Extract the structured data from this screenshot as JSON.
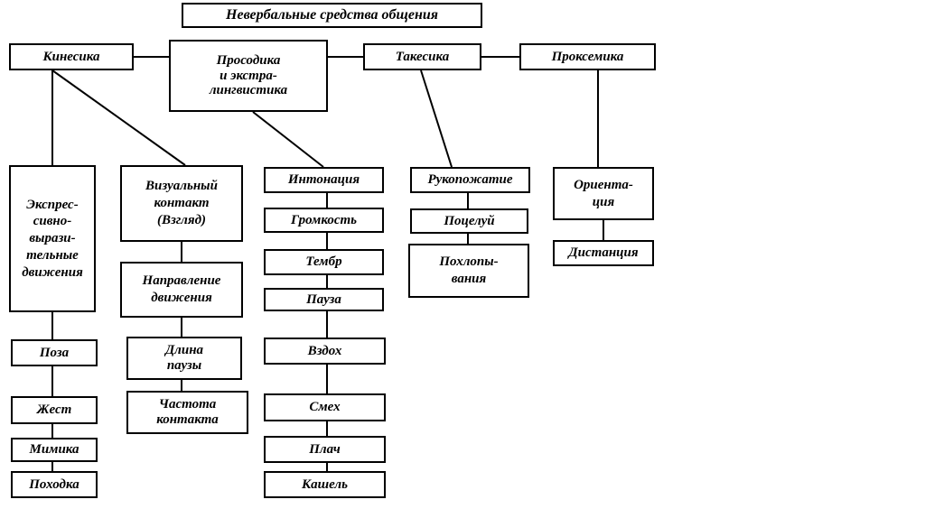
{
  "title": "Невербальные средства общения",
  "categories": {
    "kinesics": "Кинесика",
    "prosody": "Просодика\nи экстра-\nлингвистика",
    "takesics": "Такесика",
    "proxemics": "Проксемика"
  },
  "kinesics_items": {
    "expressive": "Экспрес-\nсивно-\nвырази-\nтельные\nдвижения",
    "visual": "Визуальный\nконтакт\n(Взгляд)",
    "pose": "Поза",
    "gesture": "Жест",
    "mimicry": "Мимика",
    "gait": "Походка",
    "direction": "Направление\nдвижения",
    "pause_length": "Длина\nпаузы",
    "contact_freq": "Частота\nконтакта"
  },
  "prosody_items": [
    "Интонация",
    "Громкость",
    "Тембр",
    "Пауза",
    "Вздох",
    "Смех",
    "Плач",
    "Кашель"
  ],
  "takesics_items": [
    "Рукопожатие",
    "Поцелуй",
    "Похлопы-\nвания"
  ],
  "proxemics_items": [
    "Ориента-\nция",
    "Дистанция"
  ]
}
